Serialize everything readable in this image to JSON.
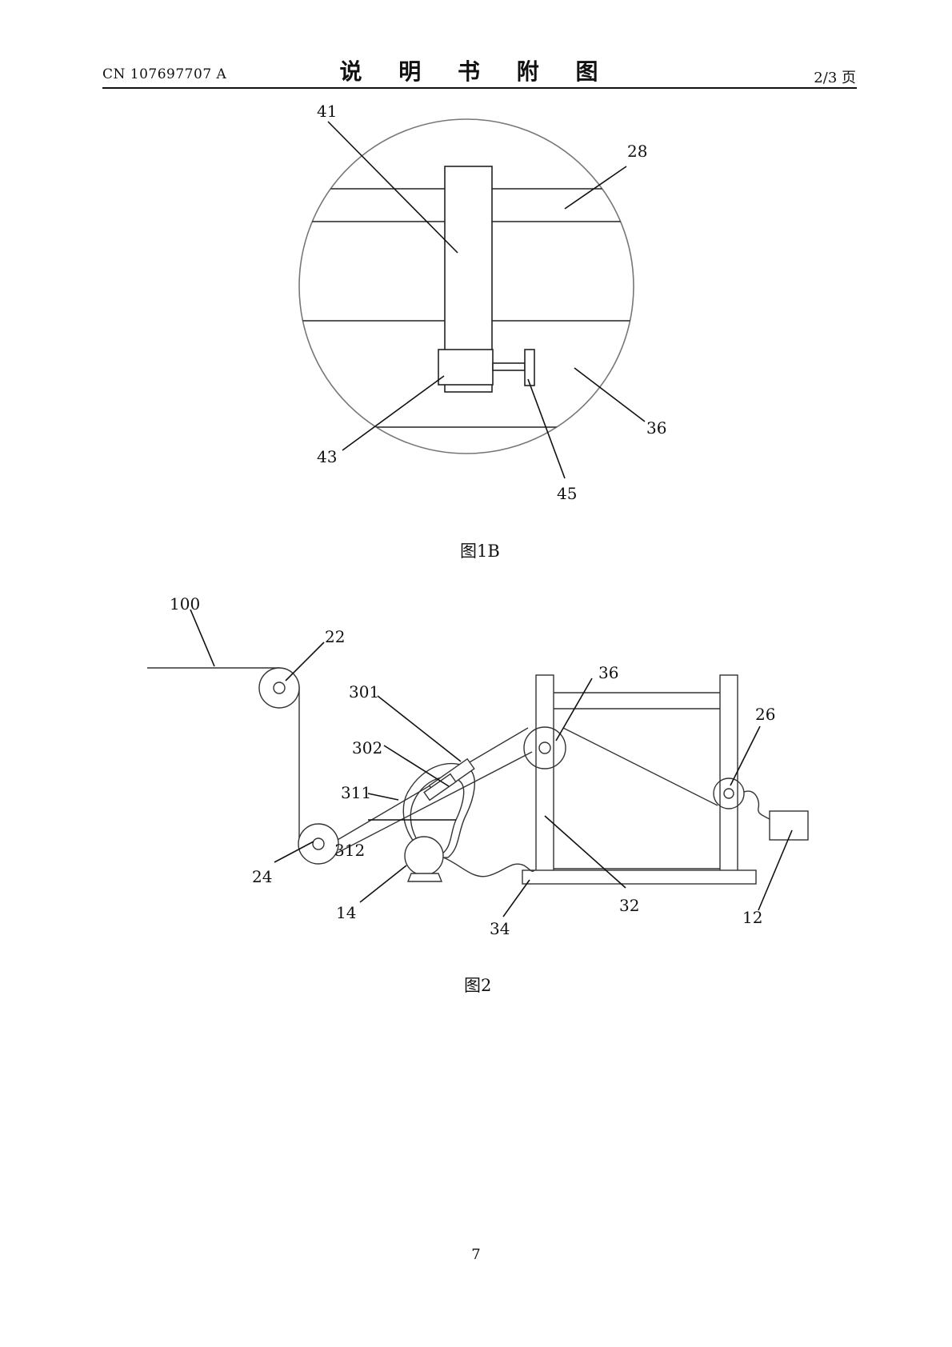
{
  "header": {
    "publication_number": "CN 107697707 A",
    "title": "说 明 书 附 图",
    "page_indicator": "2/3 页"
  },
  "figure_1b": {
    "caption": "图1B",
    "labels": {
      "l41": "41",
      "l28": "28",
      "l36": "36",
      "l43": "43",
      "l45": "45"
    }
  },
  "figure_2": {
    "caption": "图2",
    "labels": {
      "l100": "100",
      "l22": "22",
      "l301": "301",
      "l302": "302",
      "l311": "311",
      "l312": "312",
      "l24": "24",
      "l14": "14",
      "l36": "36",
      "l26": "26",
      "l32": "32",
      "l34": "34",
      "l12": "12"
    }
  },
  "footer": {
    "page_number": "7"
  }
}
